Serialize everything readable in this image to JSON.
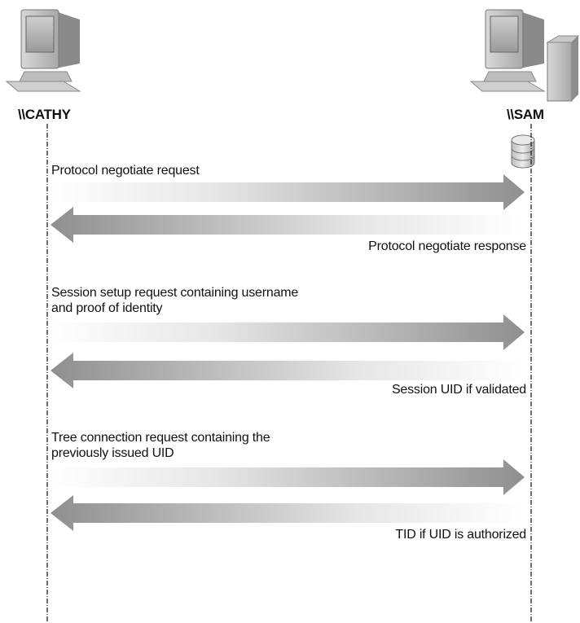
{
  "hosts": {
    "client": {
      "label": "\\\\CATHY",
      "icon": "desktop-computer-icon"
    },
    "server": {
      "label": "\\\\SAM",
      "icon": "server-computer-icon",
      "store_icon": "database-icon"
    }
  },
  "messages": [
    {
      "direction": "to-server",
      "lines": [
        "Protocol negotiate request"
      ]
    },
    {
      "direction": "to-client",
      "lines": [
        "Protocol negotiate response"
      ]
    },
    {
      "direction": "to-server",
      "lines": [
        "Session setup request containing username",
        "and proof of identity"
      ]
    },
    {
      "direction": "to-client",
      "lines": [
        "Session UID if validated"
      ]
    },
    {
      "direction": "to-server",
      "lines": [
        "Tree connection request containing the",
        "previously issued UID"
      ]
    },
    {
      "direction": "to-client",
      "lines": [
        "TID if UID is authorized"
      ]
    }
  ],
  "colors": {
    "arrow_dark": "#8f8f8f",
    "arrow_light": "#ffffff",
    "lifeline": "#222222",
    "text": "#111111"
  }
}
